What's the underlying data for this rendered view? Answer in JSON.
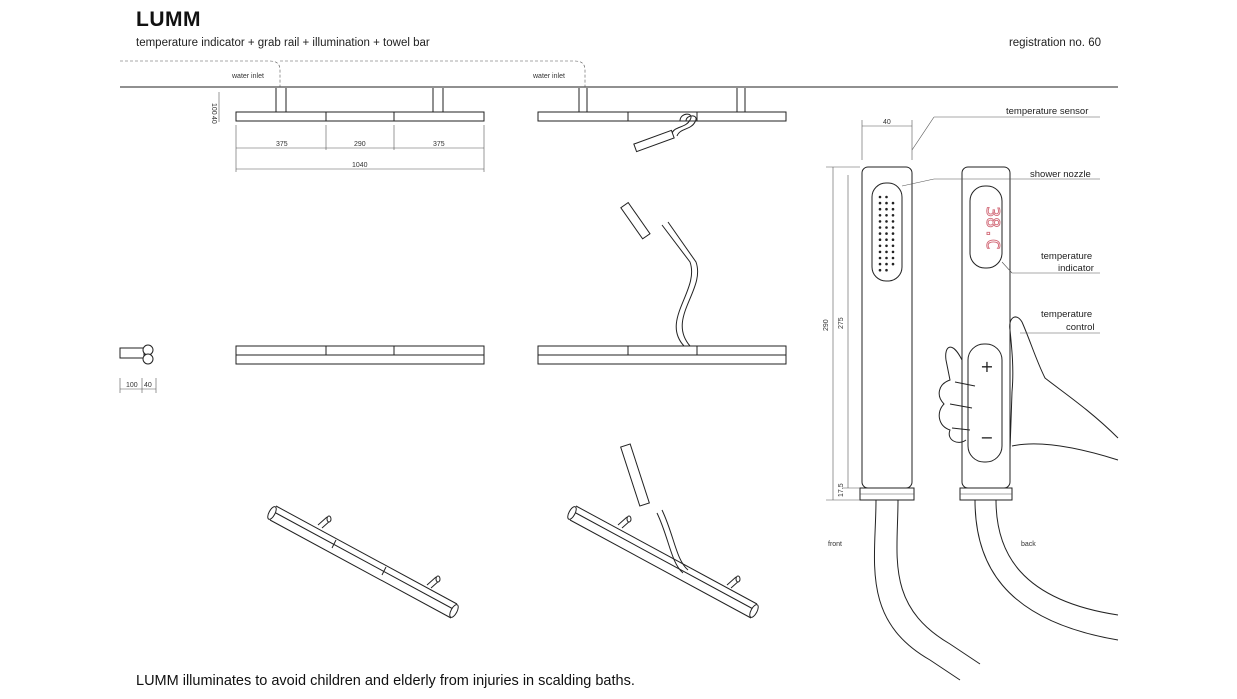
{
  "header": {
    "title": "LUMM",
    "subtitle": "temperature indicator + grab rail + illumination + towel bar",
    "registration": "registration no. 60"
  },
  "annotations": {
    "water_inlet_left": "water inlet",
    "water_inlet_right": "water inlet",
    "temperature_sensor": "temperature sensor",
    "shower_nozzle": "shower nozzle",
    "temperature_indicator_line1": "temperature",
    "temperature_indicator_line2": "indicator",
    "temperature_control_line1": "temperature",
    "temperature_control_line2": "control",
    "front": "front",
    "back": "back"
  },
  "dimensions": {
    "d_375_left": "375",
    "d_290_mid": "290",
    "d_375_right": "375",
    "d_1040": "1040",
    "d_100_top": "100",
    "d_40_top": "40",
    "d_100_side": "100",
    "d_40_side": "40",
    "d_40_handle": "40",
    "d_290_handle": "290",
    "d_275_handle": "275",
    "d_17_5_handle": "17.5"
  },
  "display": {
    "temperature_readout": "38.C",
    "plus_symbol": "+",
    "minus_symbol": "−"
  },
  "footer": {
    "caption": "LUMM illuminates to avoid children and elderly from injuries in scalding baths."
  }
}
